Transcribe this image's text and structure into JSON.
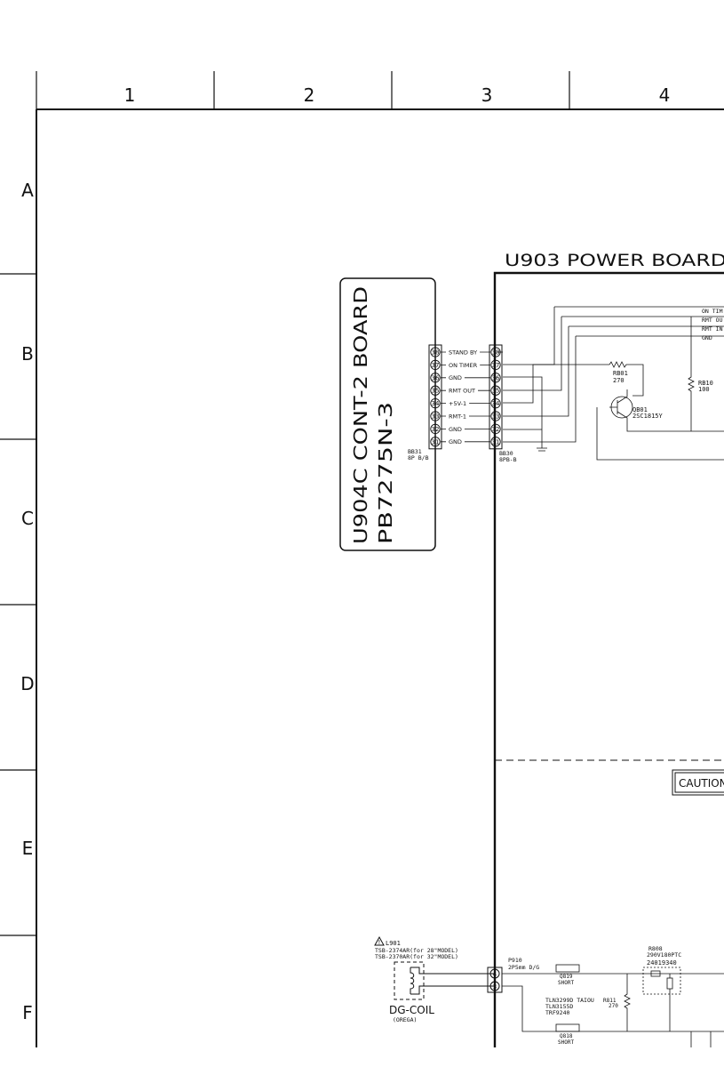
{
  "colors": {
    "ink": "#111111",
    "paper": "#ffffff"
  },
  "grid": {
    "columns": [
      "1",
      "2",
      "3",
      "4"
    ],
    "rows": [
      "A",
      "B",
      "C",
      "D",
      "E",
      "F"
    ]
  },
  "cont_board": {
    "title_line1": "U904C CONT-2 BOARD",
    "title_line2": "PB7275N-3",
    "connector_ref": "BB31",
    "connector_type": "8P B/B",
    "pins": [
      {
        "num": "38",
        "signal": "STAND BY"
      },
      {
        "num": "37",
        "signal": "ON TIMER"
      },
      {
        "num": "36",
        "signal": "GND"
      },
      {
        "num": "35",
        "signal": "RMT OUT"
      },
      {
        "num": "34",
        "signal": "+5V-1"
      },
      {
        "num": "33",
        "signal": "RMT-1"
      },
      {
        "num": "32",
        "signal": "GND"
      },
      {
        "num": "31",
        "signal": "GND"
      }
    ]
  },
  "power_board": {
    "title": "U903 POWER BOARD",
    "connector_ref": "BB30",
    "connector_type": "8PB-B",
    "pins": [
      "38",
      "37",
      "36",
      "35",
      "34",
      "33",
      "32",
      "31"
    ],
    "net_labels": [
      "ON TIM",
      "RMT OU",
      "RMT IN",
      "GND"
    ]
  },
  "components": {
    "rb01": {
      "ref": "RB01",
      "value": "270"
    },
    "rb10": {
      "ref": "RB10",
      "value": "100"
    },
    "qb01": {
      "ref": "QB01",
      "part": "2SC1815Y"
    },
    "caution": "CAUTION"
  },
  "degauss": {
    "warning_mark": "!",
    "ref": "L901",
    "part1": "TSB-2374AR(for 28\"MODEL)",
    "part2": "TSB-2370AR(for 32\"MODEL)",
    "name": "DG-COIL",
    "maker": "(OREGA)",
    "p910_ref": "P910",
    "p910_type": "2P5mm D/G",
    "pins": [
      "4",
      "3"
    ],
    "q819_ref": "Q819",
    "q819_val": "SHORT",
    "q818_ref": "Q818",
    "q818_val": "SHORT",
    "tln_line1": "TLN3299D TAIOU",
    "tln_line2": "TLN3155D",
    "tln_line3": "TRF9240",
    "r811_ref": "R811",
    "r811_val": "270",
    "r808_ref": "R808",
    "r808_val": "290V180PTC",
    "r808_part": "24019340"
  }
}
